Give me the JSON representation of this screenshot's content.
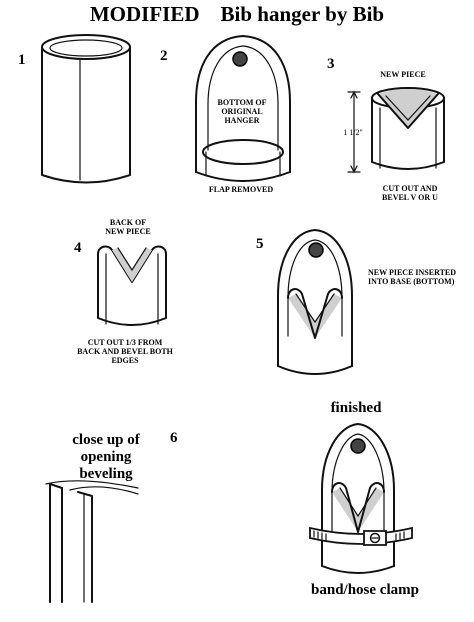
{
  "title": "MODIFIED    Bib hanger by Bib",
  "steps": {
    "s1": "1",
    "s2": "2",
    "s3": "3",
    "s4": "4",
    "s5": "5",
    "s6": "6"
  },
  "labels": {
    "bottom_original": "BOTTOM OF ORIGINAL HANGER",
    "flap_removed": "FLAP REMOVED",
    "new_piece": "NEW PIECE",
    "dimension": "1 1/2\"",
    "cut_out_bevel": "CUT OUT AND BEVEL V OR U",
    "back_new_piece": "BACK OF NEW PIECE",
    "cut_out_third": "CUT OUT 1/3 FROM BACK AND BEVEL BOTH EDGES",
    "inserted": "NEW PIECE INSERTED INTO BASE (BOTTOM)",
    "close_up": "close up of opening beveling",
    "finished": "finished",
    "clamp": "band/hose clamp"
  }
}
